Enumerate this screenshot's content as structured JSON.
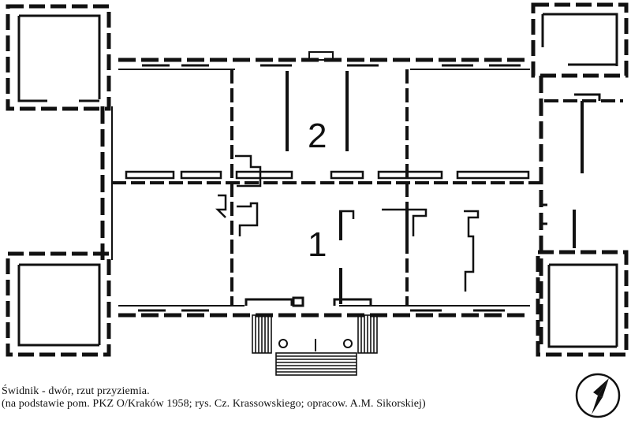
{
  "plan": {
    "room_labels": [
      "2",
      "1"
    ]
  },
  "caption": {
    "title": "Świdnik - dwór, rzut przyziemia.",
    "source": "(na podstawie pom. PKZ O/Kraków 1958; rys. Cz. Krassowskiego; opracow. A.M. Sikorskiej)"
  },
  "icons": {
    "north_arrow": "compass-north-icon"
  }
}
